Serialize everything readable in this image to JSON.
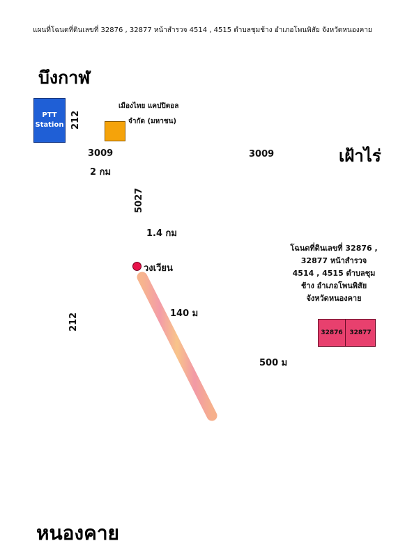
{
  "header": {
    "title": "แผนที่โฉนดที่ดินเลขที่ 32876 , 32877 หน้าสำรวจ 4514 , 4515 ตำบลชุมช้าง อำเภอโพนพิสัย จังหวัดหนองคาย"
  },
  "places": {
    "bueng_kan": "บึงกาฬ",
    "fao_rai": "เฝ้าไร่",
    "nong_khai": "หนองคาย"
  },
  "landmarks": {
    "ptt": {
      "line1": "PTT",
      "line2": "Station",
      "color": "#1f5fd6",
      "icon": "gas-station"
    },
    "company": {
      "line1": "เมืองไทย แคปปิตอล",
      "line2": "จำกัด (มหาชน)",
      "color": "#f5a30a"
    },
    "roundabout": {
      "label": "วงเวียน",
      "color": "#e8124a",
      "icon": "circle-marker"
    }
  },
  "roads": {
    "road_212_top": "212",
    "road_212_left": "212",
    "road_3009_a": "3009",
    "road_3009_b": "3009",
    "road_5027": "5027"
  },
  "distances": {
    "d_2km": "2 กม",
    "d_1_4km": "1.4 กม",
    "d_140m": "140 ม",
    "d_500m": "500 ม"
  },
  "plot": {
    "description_lines": [
      "โฉนดที่ดินเลขที่ 32876 ,",
      "32877 หน้าสำรวจ",
      "4514 , 4515 ตำบลชุม",
      "ช้าง อำเภอโพนพิสัย",
      "จังหวัดหนองคาย"
    ],
    "parcels": [
      "32876",
      "32877"
    ],
    "color": "#e8406e"
  },
  "colors": {
    "road_main": "#f4a6a2",
    "road_alt": "#f7c08a"
  }
}
